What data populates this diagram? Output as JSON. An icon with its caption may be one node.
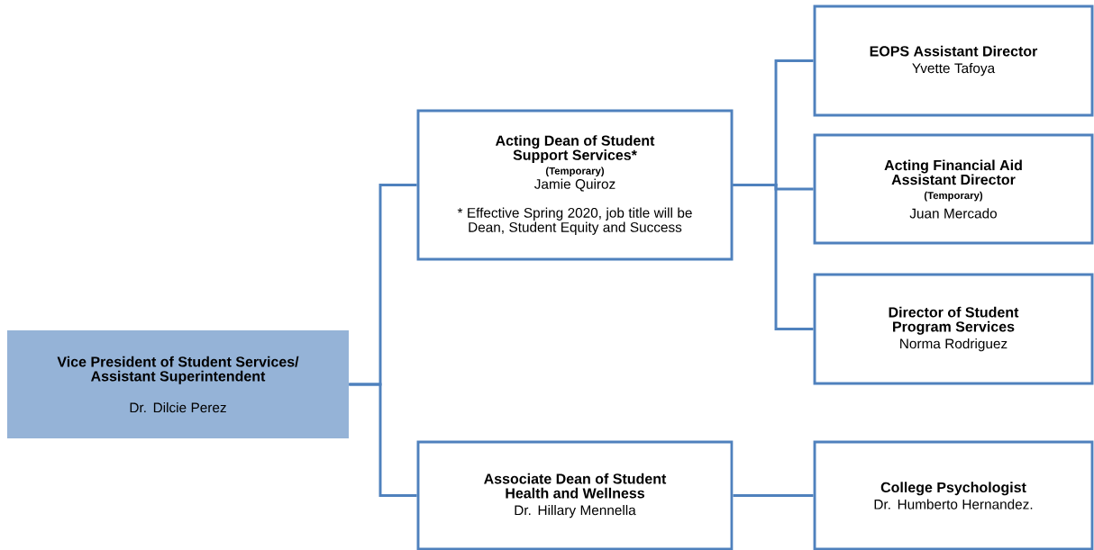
{
  "diagram": {
    "nodes": [
      {
        "text": [
          "Vice President of Student Services/ Assistant Superintendent",
          "Dr. Dilcie Perez"
        ]
      },
      {
        "text": [
          "Acting Dean of Student Support Services*",
          "(Temporary)",
          "Jamie Quiroz",
          "* Effective Spring 2020, job title will be Dean, Student Equity and Success"
        ]
      },
      {
        "text": [
          "EOPS Assistant Director",
          "Yvette Tafoya"
        ]
      },
      {
        "text": [
          "Acting Financial Aid Assistant Director",
          "(Temporary)",
          "Juan Mercado"
        ]
      },
      {
        "text": [
          "Director of Student Program Services",
          "Norma Rodriguez"
        ]
      },
      {
        "text": [
          "Associate Dean of Student Health and Wellness",
          "Dr. Hillary Mennella"
        ]
      },
      {
        "text": [
          "College Psychologist",
          "Dr. Humberto Hernandez."
        ]
      }
    ],
    "edges": [
      {
        "from": 0,
        "to": 1,
        "arrow": "none"
      },
      {
        "from": 0,
        "to": 5,
        "arrow": "none"
      },
      {
        "from": 1,
        "to": 2,
        "arrow": "none"
      },
      {
        "from": 1,
        "to": 3,
        "arrow": "none"
      },
      {
        "from": 1,
        "to": 4,
        "arrow": "none"
      },
      {
        "from": 5,
        "to": 6,
        "arrow": "none"
      }
    ]
  }
}
